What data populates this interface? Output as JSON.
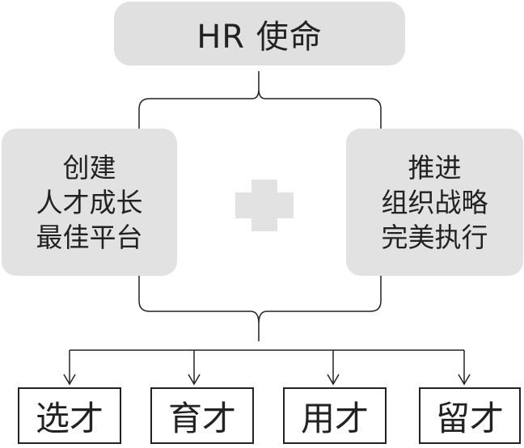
{
  "title": "HR 使命",
  "left_box": {
    "lines": [
      "创建",
      "人才成长",
      "最佳平台"
    ]
  },
  "right_box": {
    "lines": [
      "推进",
      "组织战略",
      "完美执行"
    ]
  },
  "center_symbol": "plus",
  "leaves": [
    "选才",
    "育才",
    "用才",
    "留才"
  ],
  "colors": {
    "box_fill": "#e0e0e0",
    "stroke": "#222222",
    "text": "#222222"
  }
}
